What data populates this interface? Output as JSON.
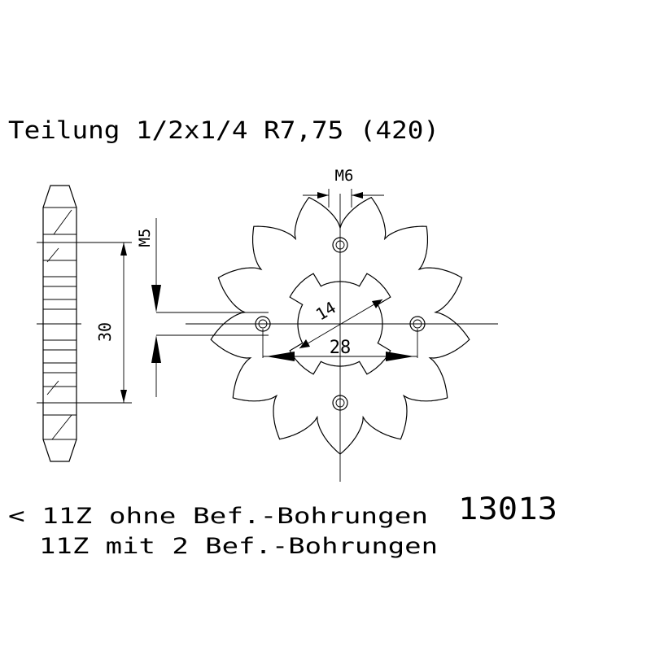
{
  "drawing": {
    "title": "Teilung 1/2x1/4 R7,75 (420)",
    "dims": {
      "m6": "M6",
      "m5": "M5",
      "d30": "30",
      "d14": "14",
      "d28": "28"
    },
    "notes": {
      "line1": "< 11Z ohne Bef.-Bohrungen",
      "line2": "11Z mit 2 Bef.-Bohrungen"
    },
    "part_number": "13013"
  }
}
